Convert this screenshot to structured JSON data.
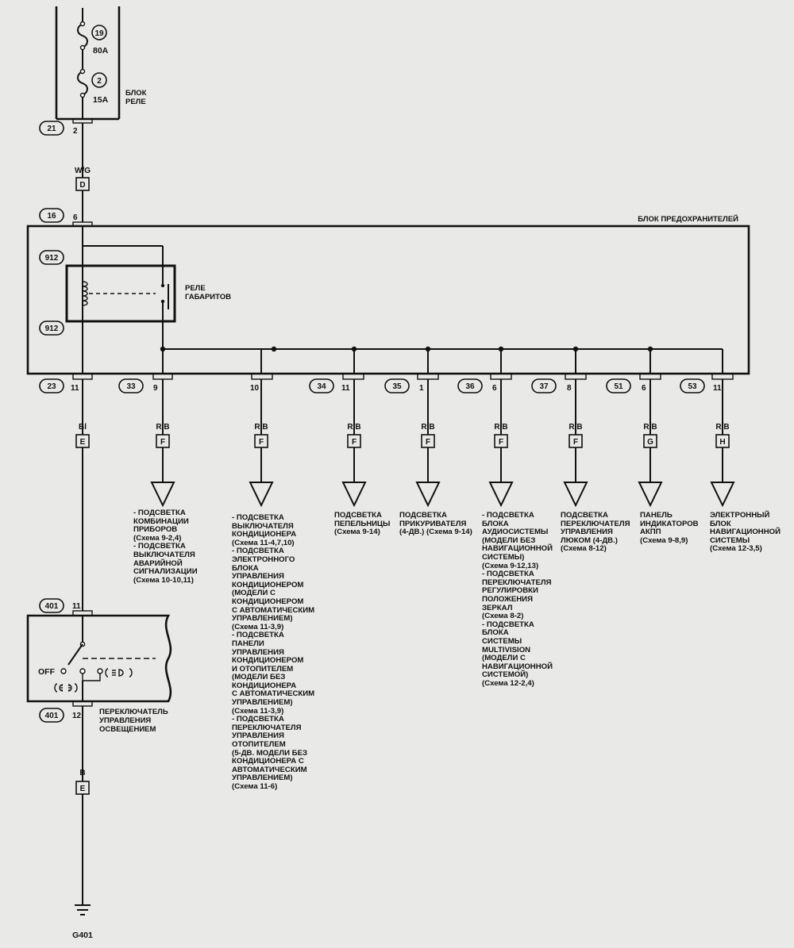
{
  "relay_block": {
    "label": [
      "БЛОК",
      "РЕЛЕ"
    ],
    "fuses": [
      {
        "number": "19",
        "rating": "80A"
      },
      {
        "number": "2",
        "rating": "15A"
      }
    ],
    "connector": {
      "id": "21",
      "pin": "2"
    }
  },
  "wire_wg": {
    "color": "W/G",
    "connector": "D"
  },
  "fuse_block": {
    "title": "БЛОК ПРЕДОХРАНИТЕЛЕЙ",
    "input_connector": {
      "id": "16",
      "pin": "6"
    },
    "relay_connector_top": "912",
    "relay_connector_bottom": "912",
    "relay_label": [
      "РЕЛЕ",
      "ГАБАРИТОВ"
    ]
  },
  "bottom_pins": [
    {
      "connector": "23",
      "pin": "11"
    },
    {
      "connector": "33",
      "pin": "9"
    },
    {
      "connector": "",
      "pin": "10"
    },
    {
      "connector": "34",
      "pin": "11"
    },
    {
      "connector": "35",
      "pin": "1"
    },
    {
      "connector": "36",
      "pin": "6"
    },
    {
      "connector": "37",
      "pin": "8"
    },
    {
      "connector": "51",
      "pin": "6"
    },
    {
      "connector": "53",
      "pin": "11"
    }
  ],
  "outputs": [
    {
      "wire": "R/B",
      "connector": "F",
      "description": [
        "- ПОДСВЕТКА",
        "КОМБИНАЦИИ",
        "ПРИБОРОВ",
        "(Схема 9-2,4)",
        "- ПОДСВЕТКА",
        "ВЫКЛЮЧАТЕЛЯ",
        "АВАРИЙНОЙ",
        "СИГНАЛИЗАЦИИ",
        "(Схема 10-10,11)"
      ]
    },
    {
      "wire": "R/B",
      "connector": "F",
      "description": [
        "- ПОДСВЕТКА",
        "ВЫКЛЮЧАТЕЛЯ",
        "КОНДИЦИОНЕРА",
        "(Схема 11-4,7,10)",
        "- ПОДСВЕТКА",
        "ЭЛЕКТРОННОГО",
        "БЛОКА",
        "УПРАВЛЕНИЯ",
        "КОНДИЦИОНЕРОМ",
        "(МОДЕЛИ С",
        "КОНДИЦИОНЕРОМ",
        "С АВТОМАТИЧЕСКИМ",
        "УПРАВЛЕНИЕМ)",
        "(Схема 11-3,9)",
        "- ПОДСВЕТКА",
        "ПАНЕЛИ",
        "УПРАВЛЕНИЯ",
        "КОНДИЦИОНЕРОМ",
        "И ОТОПИТЕЛЕМ",
        "(МОДЕЛИ БЕЗ",
        "КОНДИЦИОНЕРА",
        "С АВТОМАТИЧЕСКИМ",
        "УПРАВЛЕНИЕМ)",
        "(Схема 11-3,9)",
        "- ПОДСВЕТКА",
        "ПЕРЕКЛЮЧАТЕЛЯ",
        "УПРАВЛЕНИЯ",
        "ОТОПИТЕЛЕМ",
        "(5-ДВ. МОДЕЛИ БЕЗ",
        "КОНДИЦИОНЕРА С",
        "АВТОМАТИЧЕСКИМ",
        "УПРАВЛЕНИЕМ)",
        "(Схема 11-6)"
      ]
    },
    {
      "wire": "R/B",
      "connector": "F",
      "description": [
        "ПОДСВЕТКА",
        "ПЕПЕЛЬНИЦЫ",
        "(Схема 9-14)"
      ]
    },
    {
      "wire": "R/B",
      "connector": "F",
      "description": [
        "ПОДСВЕТКА",
        "ПРИКУРИВАТЕЛЯ",
        "(4-ДВ.) (Схема 9-14)"
      ]
    },
    {
      "wire": "R/B",
      "connector": "F",
      "description": [
        "- ПОДСВЕТКА",
        "БЛОКА",
        "АУДИОСИСТЕМЫ",
        "(МОДЕЛИ БЕЗ",
        "НАВИГАЦИОННОЙ",
        "СИСТЕМЫ)",
        "(Схема 9-12,13)",
        "- ПОДСВЕТКА",
        "ПЕРЕКЛЮЧАТЕЛЯ",
        "РЕГУЛИРОВКИ",
        "ПОЛОЖЕНИЯ",
        "ЗЕРКАЛ",
        "(Схема 8-2)",
        "- ПОДСВЕТКА",
        "БЛОКА",
        "СИСТЕМЫ",
        "MULTIVISION",
        "(МОДЕЛИ С",
        "НАВИГАЦИОННОЙ",
        "СИСТЕМОЙ)",
        "(Схема 12-2,4)"
      ]
    },
    {
      "wire": "R/B",
      "connector": "F",
      "description": [
        "ПОДСВЕТКА",
        "ПЕРЕКЛЮЧАТЕЛЯ",
        "УПРАВЛЕНИЯ",
        "ЛЮКОМ (4-ДВ.)",
        "(Схема 8-12)"
      ]
    },
    {
      "wire": "R/B",
      "connector": "G",
      "description": [
        "ПАНЕЛЬ",
        "ИНДИКАТОРОВ",
        "АКПП",
        "(Схема 9-8,9)"
      ]
    },
    {
      "wire": "R/B",
      "connector": "H",
      "description": [
        "ЭЛЕКТРОННЫЙ",
        "БЛОК",
        "НАВИГАЦИОННОЙ",
        "СИСТЕМЫ",
        "(Схема 12-3,5)"
      ]
    }
  ],
  "wire_bl": {
    "color": "Bl",
    "connector": "E"
  },
  "light_switch": {
    "top_connector": {
      "id": "401",
      "pin": "11"
    },
    "bottom_connector": {
      "id": "401",
      "pin": "12"
    },
    "off_label": "OFF",
    "label": [
      "ПЕРЕКЛЮЧАТЕЛЬ",
      "УПРАВЛЕНИЯ",
      "ОСВЕЩЕНИЕМ"
    ]
  },
  "wire_b": {
    "color": "B",
    "connector": "E"
  },
  "ground": {
    "label": "G401"
  }
}
